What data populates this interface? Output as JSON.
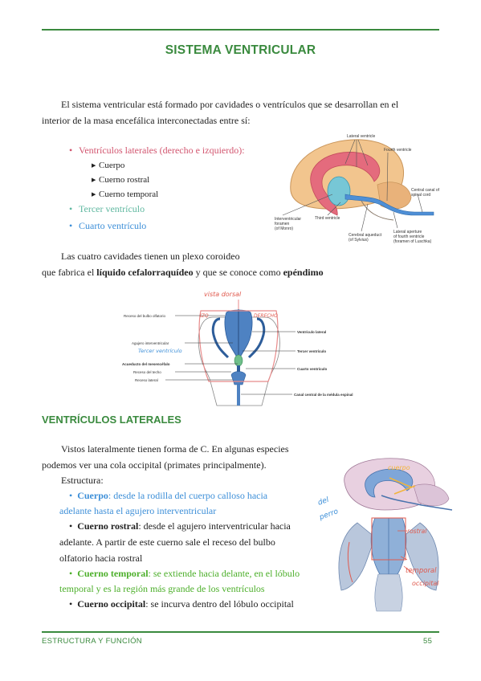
{
  "page": {
    "title": "SISTEMA VENTRICULAR",
    "intro_line1": "El sistema ventricular está formado por cavidades o ventrículos que se desarrollan en el",
    "intro_line2": "interior de la masa encefálica interconectadas entre sí:",
    "list": {
      "lateral": "Ventrículos laterales (derecho e izquierdo):",
      "sub1": "Cuerpo",
      "sub2": "Cuerno rostral",
      "sub3": "Cuerno temporal",
      "third": "Tercer ventrículo",
      "fourth": "Cuarto ventrículo"
    },
    "plexo_line1": "Las cuatro cavidades tienen un plexo coroideo",
    "plexo_line2_a": "que fabrica el ",
    "plexo_line2_b": "líquido cefalorraquídeo",
    "plexo_line2_c": " y que se conoce como ",
    "plexo_line2_d": "epéndimo",
    "section_title": "VENTRÍCULOS LATERALES",
    "vl_line1": "Vistos lateralmente tienen forma de C. En algunas especies",
    "vl_line2": "podemos ver una cola occipital (primates principalmente).",
    "estructura": "Estructura:",
    "cuerpo_b": "Cuerpo",
    "cuerpo_rest1": ": desde la rodilla del cuerpo calloso hacia",
    "cuerpo_rest2": "adelante hasta el agujero interventricular",
    "rostral_b": "Cuerno rostral",
    "rostral_rest1": ": desde el agujero interventricular hacia",
    "rostral_rest2": "adelante. A partir de este cuerno sale el receso del bulbo",
    "rostral_rest3": "olfatorio hacia rostral",
    "temporal_b": "Cuerno temporal",
    "temporal_rest1": ": se extiende hacia delante, en el lóbulo",
    "temporal_rest2": "temporal y es la región más grande de los ventrículos",
    "occipital_b": "Cuerno occipital",
    "occipital_rest": ": se incurva dentro del lóbulo occipital",
    "footer_left": "ESTRUCTURA Y FUNCIÓN",
    "footer_right": "55"
  },
  "figure1": {
    "lateral_ventricle": "Lateral ventricle",
    "fourth_ventricle": "Fourth ventricle",
    "central_canal_1": "Central canal of",
    "central_canal_2": "spinal cord",
    "interventricular_1": "Interventricular",
    "interventricular_2": "foramen",
    "interventricular_3": "(of Monro)",
    "third_ventricle": "Third ventricle",
    "aqueduct_1": "Cerebral aqueduct",
    "aqueduct_2": "(of Sylvius)",
    "lateral_aperture_1": "Lateral aperture",
    "lateral_aperture_2": "of fourth ventricle",
    "lateral_aperture_3": "(foramen of Luschka)"
  },
  "figure2": {
    "hand_vista": "vista dorsal",
    "hand_derecho": "DERECHO",
    "hand_izq": "IZQ",
    "hand_tercer": "Tercer ventrículo",
    "receso_bulbo": "Receso del bulbo olfatorio",
    "agujero": "Agujero interventricular",
    "acueducto": "Acueducto del mesencéfalo",
    "receso_techo": "Receso del techo",
    "receso_lateral": "Receso lateral",
    "ventriculo_lateral": "Ventrículo lateral",
    "tercer_ventriculo": "Tercer ventrículo",
    "cuarto_ventriculo": "Cuarto ventrículo",
    "canal_central": "Canal central de la médula espinal"
  },
  "figure3": {
    "hand_cuerpo": "cuerpo",
    "hand_del": "del",
    "hand_perro": "perro",
    "hand_rostral": "rostral",
    "hand_temporal": "temporal",
    "hand_occipital": "occipital"
  }
}
